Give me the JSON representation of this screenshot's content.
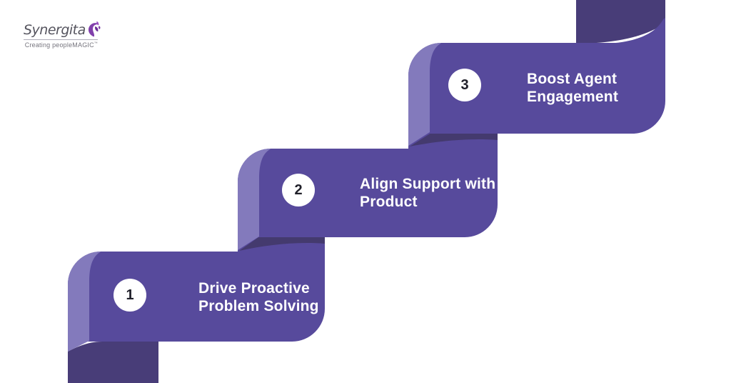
{
  "logo": {
    "brand": "Synergita",
    "tagline": "Creating peopleMAGIC",
    "tagline_mark": "™"
  },
  "steps": [
    {
      "number": "1",
      "lines": [
        "Drive Proactive",
        "Problem Solving"
      ]
    },
    {
      "number": "2",
      "lines": [
        "Align Support with",
        "Product"
      ]
    },
    {
      "number": "3",
      "lines": [
        "Boost Agent",
        "Engagement"
      ]
    }
  ],
  "colors": {
    "ribbon_front": "#574a9c",
    "ribbon_side_light": "#837abc",
    "ribbon_fold_dark": "#443a6e",
    "ribbon_end_band": "#483d78",
    "step_title_text": "#ffffff",
    "step_number_text": "#20202a",
    "brand_text": "#55545e",
    "tagline_text": "#76757e",
    "brand_icon_purple": "#8140ab"
  }
}
